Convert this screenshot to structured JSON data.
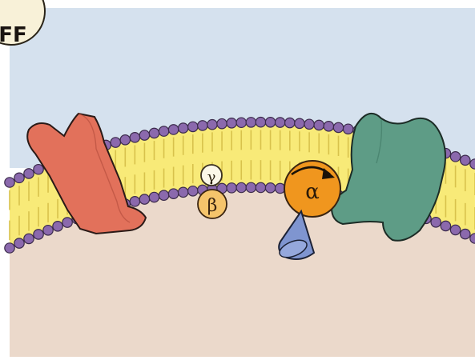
{
  "badge": {
    "text": "FF"
  },
  "subunits": {
    "gamma": "γ",
    "beta": "β",
    "alpha": "α"
  },
  "colors": {
    "extracellular": "#d5e1ee",
    "cytoplasm": "#ebd9cb",
    "lipid_core": "#f8ea78",
    "lipid_head": "#8b69ad",
    "receptor": "#e2715b",
    "effector": "#5e9c86",
    "alpha": "#f0961e",
    "beta": "#f5c46b",
    "gamma": "#fbf7e8",
    "gdp_cone": "#7f95d0",
    "badge_fill": "#f8f1d8"
  },
  "icons": {
    "receptor": "receptor-protein-icon",
    "effector": "effector-protein-icon",
    "nucleotide": "nucleotide-cone-icon",
    "rotation_arrow": "rotation-arrow-icon"
  }
}
